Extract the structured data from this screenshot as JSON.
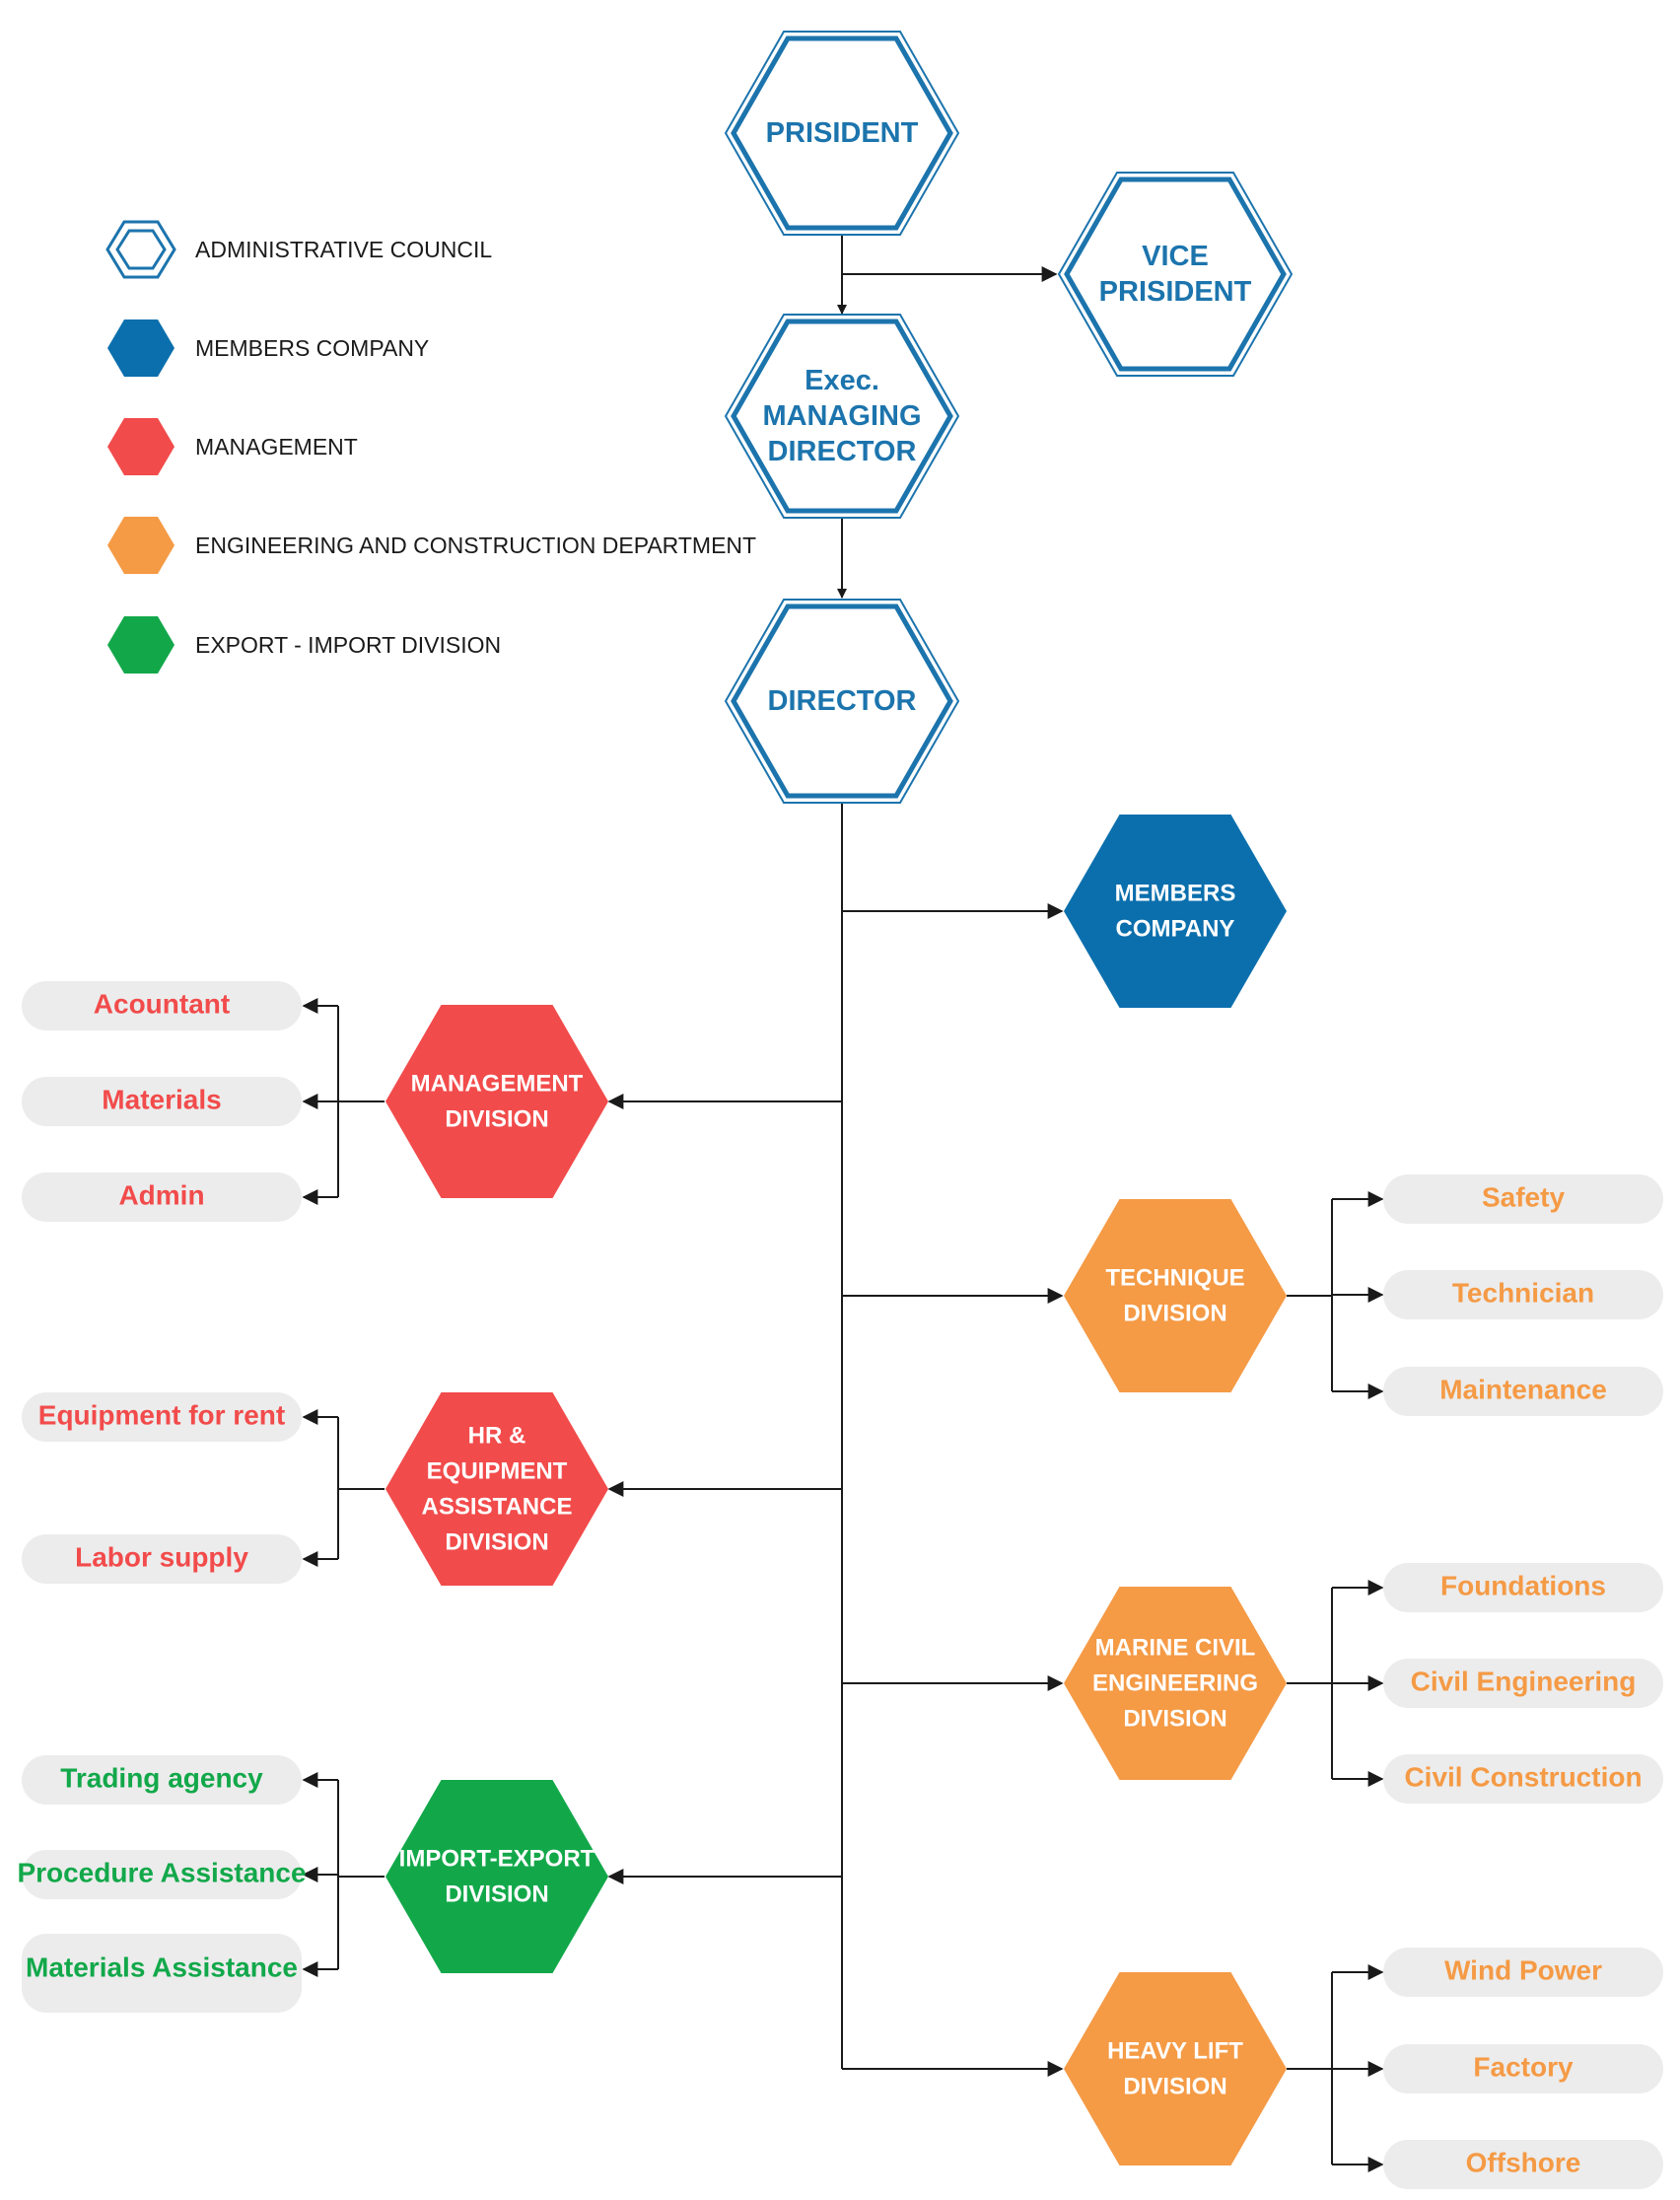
{
  "colors": {
    "council": "#1c74ad",
    "members": "#0b6fad",
    "management": "#f24b4b",
    "engineering": "#f59a45",
    "export": "#12a84a",
    "pill_bg": "#ececec",
    "line": "#1a1a1a"
  },
  "legend": [
    {
      "key": "council",
      "label": "ADMINISTRATIVE COUNCIL"
    },
    {
      "key": "members",
      "label": "MEMBERS COMPANY"
    },
    {
      "key": "management",
      "label": "MANAGEMENT"
    },
    {
      "key": "engineering",
      "label": "ENGINEERING AND CONSTRUCTION DEPARTMENT"
    },
    {
      "key": "export",
      "label": "EXPORT - IMPORT DIVISION"
    }
  ],
  "nodes": {
    "president": [
      "PRISIDENT"
    ],
    "vice_president": [
      "VICE",
      "PRISIDENT"
    ],
    "exec_director": [
      "Exec.",
      "MANAGING",
      "DIRECTOR"
    ],
    "director": [
      "DIRECTOR"
    ],
    "members_company": [
      "MEMBERS",
      "COMPANY"
    ],
    "management_division": [
      "MANAGEMENT",
      "DIVISION"
    ],
    "hr_division": [
      "HR &",
      "EQUIPMENT",
      "ASSISTANCE",
      "DIVISION"
    ],
    "import_export_division": [
      "IMPORT-EXPORT",
      "DIVISION"
    ],
    "technique_division": [
      "TECHNIQUE",
      "DIVISION"
    ],
    "marine_division": [
      "MARINE CIVIL",
      "ENGINEERING",
      "DIVISION"
    ],
    "heavy_lift_division": [
      "HEAVY LIFT",
      "DIVISION"
    ]
  },
  "items": {
    "management_division": [
      "Acountant",
      "Materials",
      "Admin"
    ],
    "hr_division": [
      "Equipment for rent",
      "Labor supply"
    ],
    "import_export_division": [
      "Trading agency",
      "Procedure Assistance",
      "Materials Assistance"
    ],
    "technique_division": [
      "Safety",
      "Technician",
      "Maintenance"
    ],
    "marine_division": [
      "Foundations",
      "Civil Engineering",
      "Civil Construction"
    ],
    "heavy_lift_division": [
      "Wind Power",
      "Factory",
      "Offshore"
    ]
  }
}
